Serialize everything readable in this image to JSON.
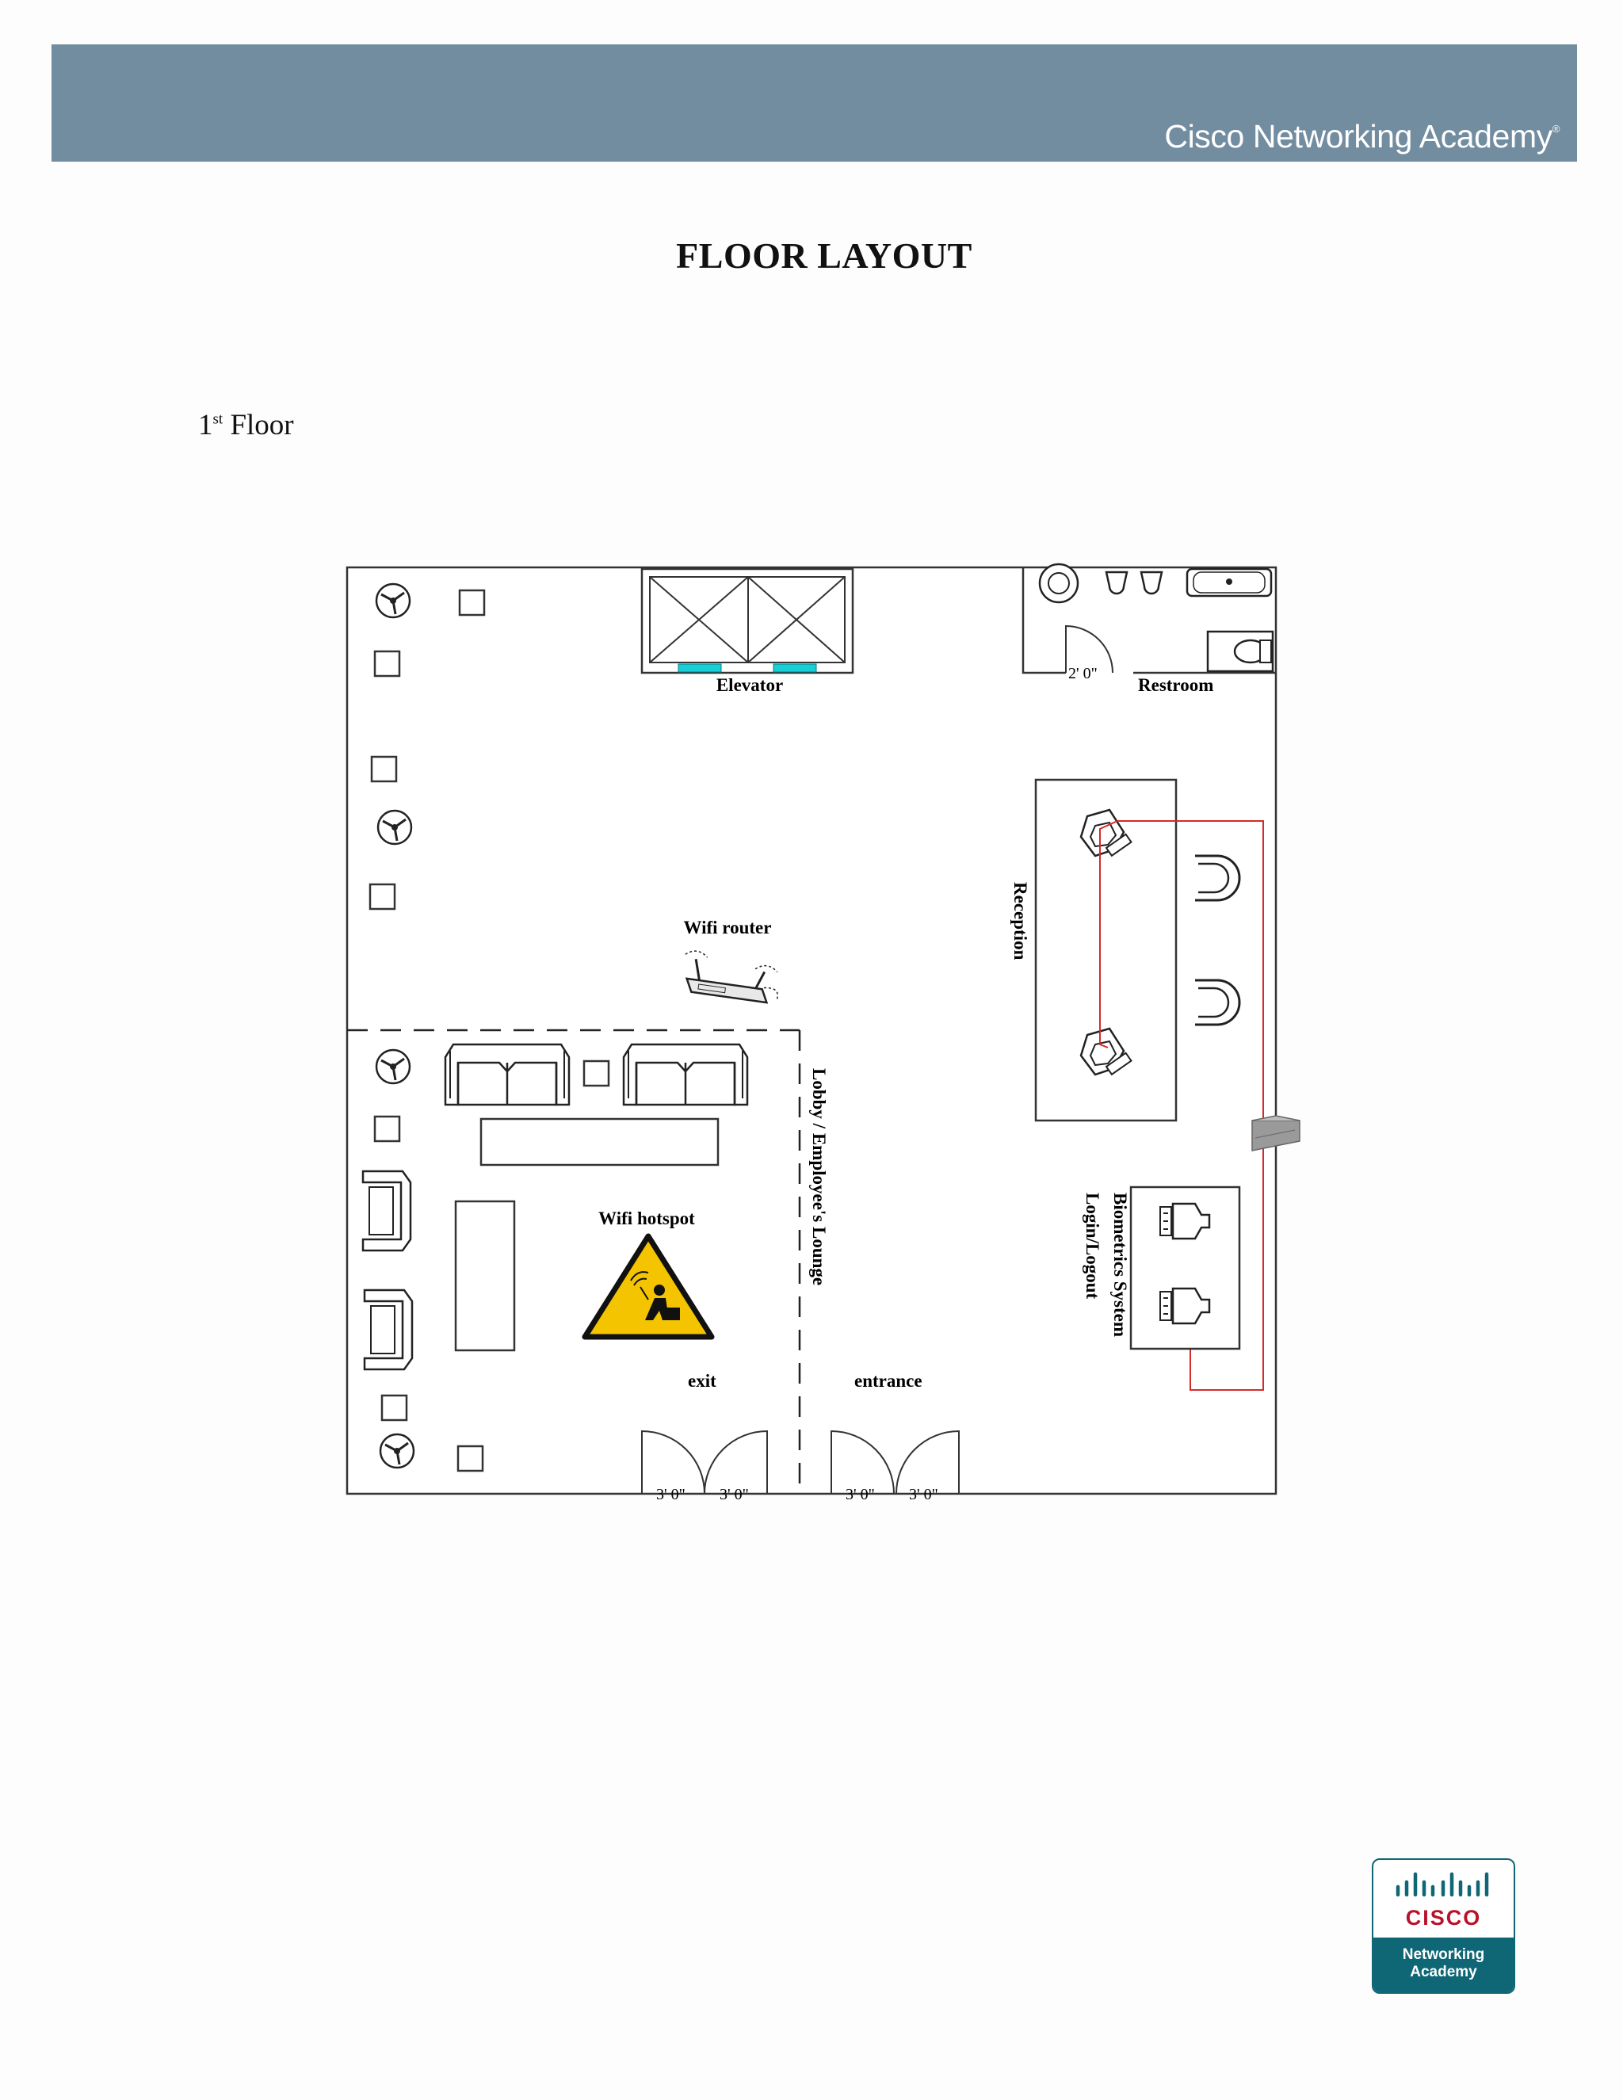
{
  "header": {
    "brand": "Cisco Networking Academy",
    "brand_mark": "®",
    "bar_color": "#728ca0"
  },
  "document": {
    "title": "FLOOR LAYOUT",
    "floor_number": "1",
    "floor_suffix": "st",
    "floor_word": "Floor"
  },
  "plan": {
    "labels": {
      "elevator": "Elevator",
      "restroom": "Restroom",
      "reception": "Reception",
      "wifi_router": "Wifi router",
      "wifi_hotspot": "Wifi hotspot",
      "lobby": "Lobby / Employee's Lounge",
      "biometrics_line1": "Biometrics System",
      "biometrics_line2": "Login/Logout",
      "exit": "exit",
      "entrance": "entrance"
    },
    "dimensions": {
      "restroom_door": "2' 0\"",
      "exit_door_left": "3' 0\"",
      "exit_door_right": "3' 0\"",
      "entrance_door_left": "3' 0\"",
      "entrance_door_right": "3' 0\""
    },
    "colors": {
      "network_cable": "#d42a2a",
      "elevator_door": "#18cfd8",
      "hazard": "#f5c400"
    },
    "icons": [
      "ceiling-fan-icon",
      "wifi-router-icon",
      "wifi-hotspot-sign-icon",
      "network-switch-icon",
      "office-chair-icon",
      "sofa-icon",
      "toilet-icon",
      "sink-icon"
    ]
  },
  "logo": {
    "wordmark": "CISCO",
    "line1": "Networking",
    "line2": "Academy",
    "color": "#0f6775"
  }
}
